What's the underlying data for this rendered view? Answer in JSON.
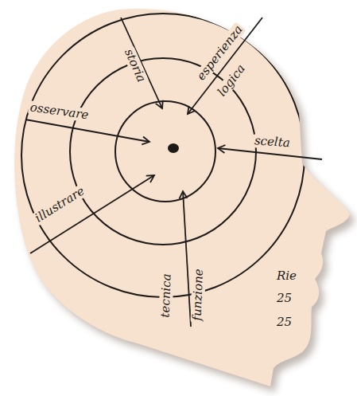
{
  "diagram": {
    "labels": [
      "storia",
      "esperienza",
      "logica",
      "osservare",
      "illustrare",
      "scelta",
      "tecnica",
      "funzione",
      "Rie",
      "25",
      "25"
    ]
  }
}
